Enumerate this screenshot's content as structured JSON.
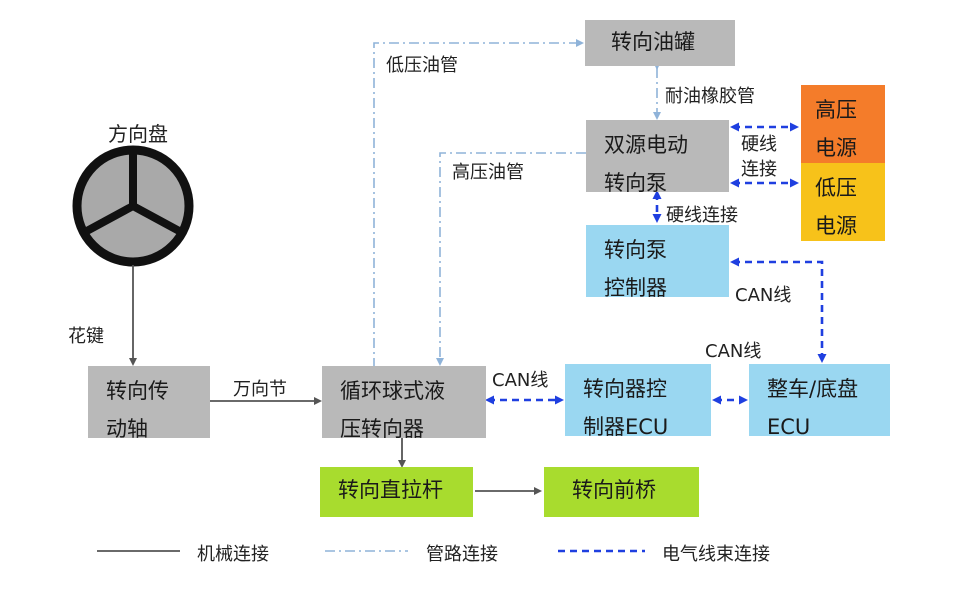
{
  "nodes": {
    "steering_wheel": {
      "label": "方向盘"
    },
    "steering_shaft": {
      "line1": "转向传",
      "line2": "动轴"
    },
    "recirculating_ball_gear": {
      "line1": "循环球式液",
      "line2": "压转向器"
    },
    "steering_oil_tank": {
      "line1": "转向油罐"
    },
    "dual_source_pump": {
      "line1": "双源电动",
      "line2": "转向泵"
    },
    "high_voltage_power": {
      "line1": "高压",
      "line2": "电源"
    },
    "low_voltage_power": {
      "line1": "低压",
      "line2": "电源"
    },
    "pump_controller": {
      "line1": "转向泵",
      "line2": "控制器"
    },
    "steering_gear_ecu": {
      "line1": "转向器控",
      "line2": "制器ECU"
    },
    "vehicle_chassis_ecu": {
      "line1": "整车/底盘",
      "line2": "ECU"
    },
    "steering_drag_link": {
      "line1": "转向直拉杆"
    },
    "front_axle": {
      "line1": "转向前桥"
    }
  },
  "edge_labels": {
    "spline": "花键",
    "universal_joint": "万向节",
    "low_pressure_pipe": "低压油管",
    "high_pressure_pipe": "高压油管",
    "oil_resistant_hose": "耐油橡胶管",
    "hardwire_power_line1": "硬线",
    "hardwire_power_line2": "连接",
    "hardwire_pump": "硬线连接",
    "can_pump_controller": "CAN线",
    "can_vehicle_ecu": "CAN线",
    "can_gear_ecu": "CAN线"
  },
  "legend": {
    "mechanical": "机械连接",
    "pipeline": "管路连接",
    "harness": "电气线束连接"
  },
  "colors": {
    "gray_box": "#b9b9b9",
    "blue_box": "#9ad7f1",
    "green_box": "#a8dc2e",
    "high_voltage": "#f47c2a",
    "low_voltage": "#f7c21a",
    "mechanical_line": "#555555",
    "pipe_line": "#8fb3d9",
    "harness_line": "#1f3fe0"
  }
}
